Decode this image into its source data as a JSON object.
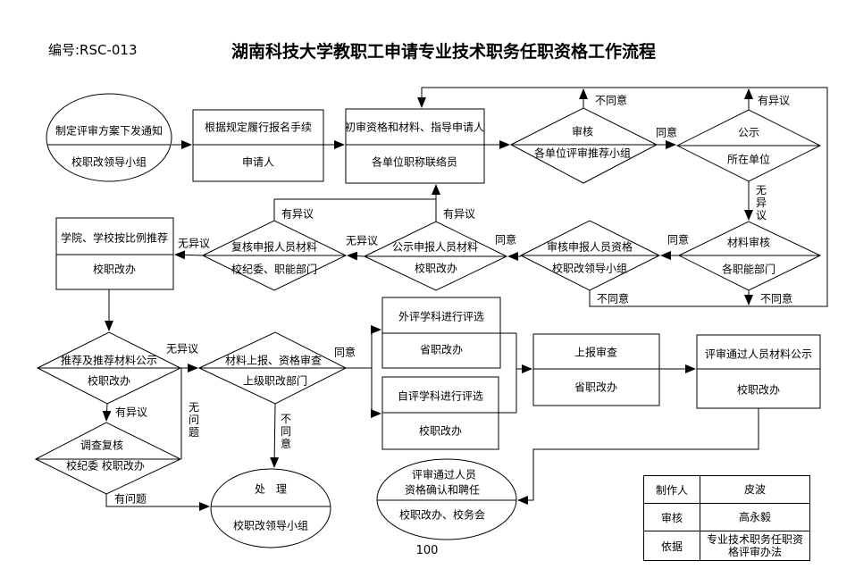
{
  "header": {
    "code": "编号:RSC-013",
    "title": "湖南科技大学教职工申请专业技术职务任职资格工作流程"
  },
  "nodes": {
    "plan": {
      "action": "制定评审方案下发通知",
      "actor": "校职改领导小组"
    },
    "apply": {
      "action": "根据规定履行报名手续",
      "actor": "申请人"
    },
    "firstCheck": {
      "action": "初审资格和材料、指导申请人",
      "actor": "各单位职称联络员"
    },
    "unitAudit": {
      "action": "审核",
      "actor": "各单位评审推荐小组"
    },
    "unitPublic": {
      "action": "公示",
      "actor": "所在单位"
    },
    "matAudit": {
      "action": "材料审核",
      "actor": "各职能部门"
    },
    "qualAudit": {
      "action": "审核申报人员资格",
      "actor": "校职改领导小组"
    },
    "pubMat": {
      "action": "公示申报人员材料",
      "actor": "校职改办"
    },
    "recheck": {
      "action": "复核申报人员材料",
      "actor": "校纪委、职能部门"
    },
    "recommend": {
      "action": "学院、学校按比例推荐",
      "actor": "校职改办"
    },
    "pubRec": {
      "action": "推荐及推荐材料公示",
      "actor": "校职改办"
    },
    "submit": {
      "action": "材料上报、资格审查",
      "actor": "上级职改部门"
    },
    "investigate": {
      "action": "调查复核",
      "actor": "校纪委 校职改办"
    },
    "handle": {
      "action": "处　理",
      "actor": "校职改领导小组"
    },
    "extEval": {
      "action": "外评学科进行评选",
      "actor": "省职改办"
    },
    "selfEval": {
      "action": "自评学科进行评选",
      "actor": "校职改办"
    },
    "report": {
      "action": "上报审查",
      "actor": "省职改办"
    },
    "pubPass": {
      "action": "评审通过人员材料公示",
      "actor": "校职改办"
    },
    "confirm": {
      "action1": "评审通过人员",
      "action2": "资格确认和聘任",
      "actor": "校职改办、校务会"
    }
  },
  "edges": {
    "unit_audit_reject": "不同意",
    "unit_public_objection": "有异议",
    "unit_audit_agree": "同意",
    "unit_public_pass": "无异议",
    "mat_audit_agree": "同意",
    "mat_audit_reject": "不同意",
    "qual_audit_agree": "同意",
    "qual_audit_reject": "不同意",
    "pub_mat_objection": "有异议",
    "pub_mat_pass": "无异议",
    "recheck_objection": "有异议",
    "recheck_pass": "无异议",
    "pub_rec_pass": "无异议",
    "pub_rec_objection": "有异议",
    "investigate_pass": "无问题",
    "investigate_problem": "有问题",
    "submit_reject": "不同意",
    "submit_agree": "同意"
  },
  "info_table": {
    "rows": [
      {
        "label": "制作人",
        "value": "皮波"
      },
      {
        "label": "审核",
        "value": "高永毅"
      },
      {
        "label": "依据",
        "value": "专业技术职务任职资格评审办法"
      }
    ]
  },
  "footer": {
    "page_number": "100"
  }
}
